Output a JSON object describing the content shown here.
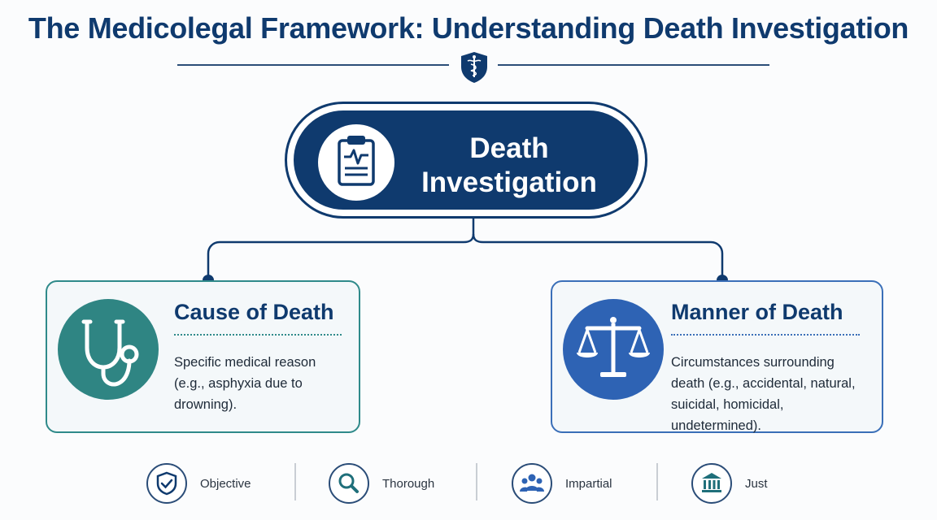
{
  "header": {
    "title": "The Medicolegal Framework: Understanding Death Investigation",
    "emblem_icon": "caduceus-shield-icon"
  },
  "main_node": {
    "label_line1": "Death",
    "label_line2": "Investigation",
    "icon": "clipboard-heartbeat-icon",
    "color": "#0f3a6e"
  },
  "branches": {
    "cause": {
      "title": "Cause of Death",
      "description": "Specific medical reason (e.g., asphyxia due to drowning).",
      "icon": "stethoscope-icon",
      "color": "#2f8583"
    },
    "manner": {
      "title": "Manner of Death",
      "description": "Circumstances surrounding death (e.g., accidental, natural, suicidal, homicidal, undetermined).",
      "icon": "scales-of-justice-icon",
      "color": "#2e63b4"
    }
  },
  "values": [
    {
      "label": "Objective",
      "icon": "shield-check-icon"
    },
    {
      "label": "Thorough",
      "icon": "magnifier-icon"
    },
    {
      "label": "Impartial",
      "icon": "people-icon"
    },
    {
      "label": "Just",
      "icon": "courthouse-icon"
    }
  ]
}
